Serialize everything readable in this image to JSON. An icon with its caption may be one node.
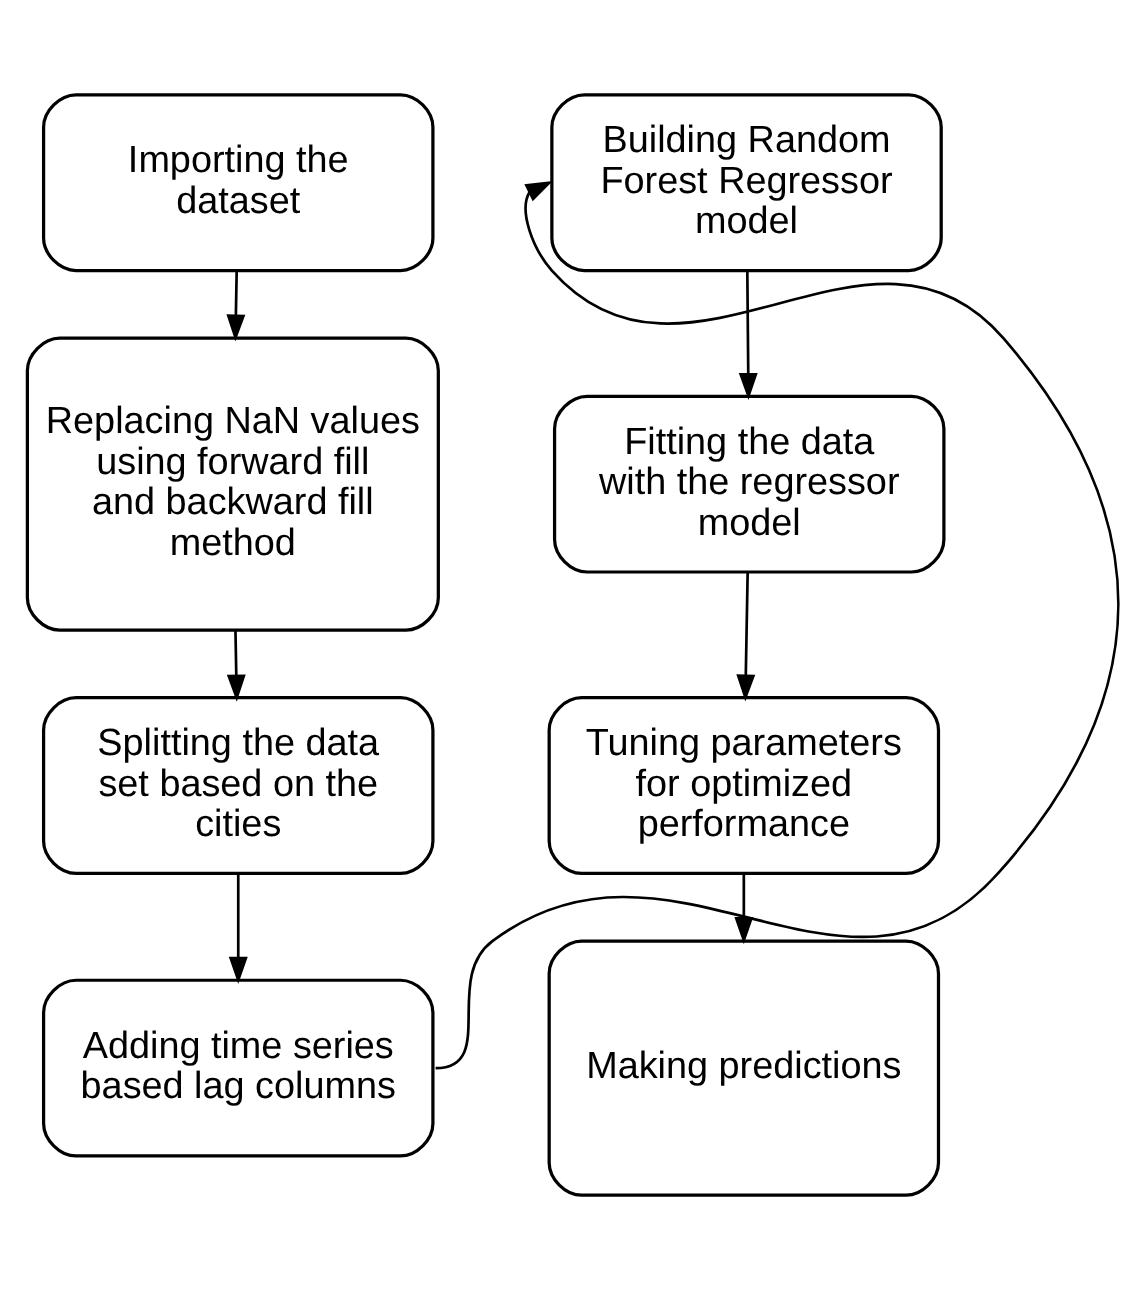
{
  "diagram": {
    "nodes": [
      {
        "text": [
          "Importing the dataset"
        ]
      },
      {
        "text": [
          "Replacing NaN values using forward fill and backward fill method"
        ]
      },
      {
        "text": [
          "Splitting the data set based on the cities"
        ]
      },
      {
        "text": [
          "Adding time series based lag columns"
        ]
      },
      {
        "text": [
          "Building Random Forest Regressor model"
        ]
      },
      {
        "text": [
          "Fitting the data with the regressor model"
        ]
      },
      {
        "text": [
          "Tuning parameters for optimized performance"
        ]
      },
      {
        "text": [
          "Making predictions"
        ]
      }
    ],
    "edges": [
      {
        "from": 0,
        "to": 1,
        "arrow": "to"
      },
      {
        "from": 1,
        "to": 2,
        "arrow": "to"
      },
      {
        "from": 2,
        "to": 3,
        "arrow": "to"
      },
      {
        "from": 3,
        "to": 4,
        "arrow": "to"
      },
      {
        "from": 4,
        "to": 5,
        "arrow": "to"
      },
      {
        "from": 5,
        "to": 6,
        "arrow": "to"
      },
      {
        "from": 6,
        "to": 7,
        "arrow": "to"
      }
    ]
  }
}
